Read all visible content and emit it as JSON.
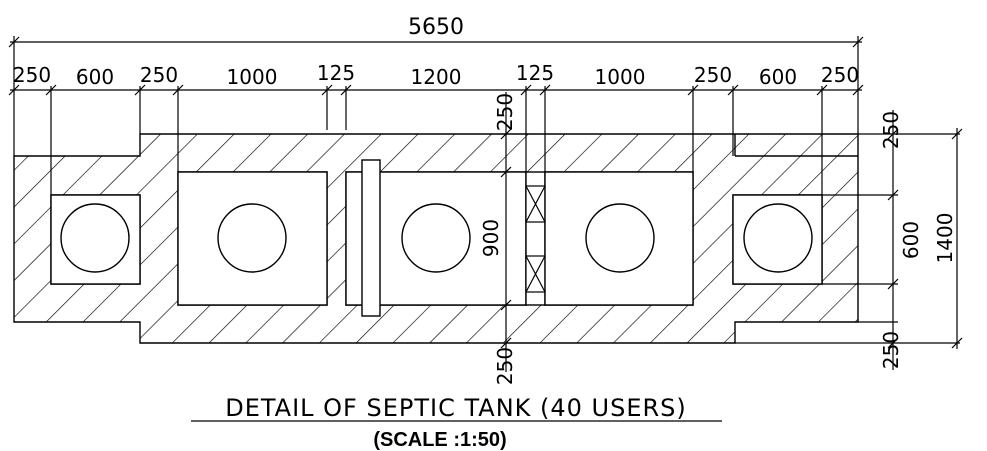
{
  "dimensions": {
    "overall_length": "5650",
    "segments": [
      "250",
      "600",
      "250",
      "1000",
      "125",
      "1200",
      "125",
      "1000",
      "250",
      "600",
      "250"
    ],
    "top_wall": "250",
    "bottom_wall": "250",
    "inner_height": "900",
    "right_wall_top": "250",
    "right_chamber": "600",
    "right_wall_bottom": "250",
    "overall_height": "1400"
  },
  "title": "DETAIL OF SEPTIC TANK (40 USERS)",
  "scale": "(SCALE :1:50)"
}
